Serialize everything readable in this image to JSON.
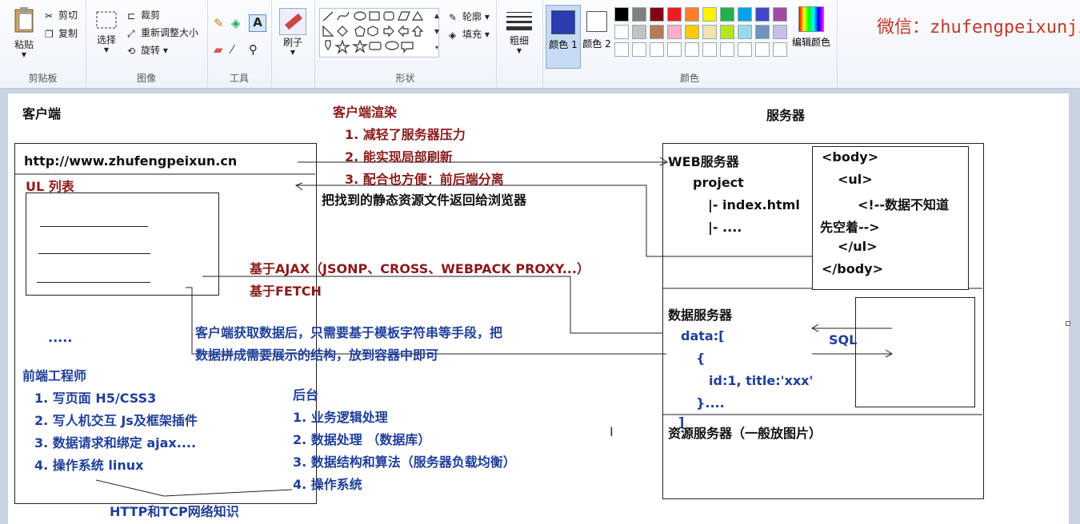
{
  "ribbon": {
    "clipboard": {
      "paste": "粘贴",
      "cut": "剪切",
      "copy": "复制",
      "group": "剪贴板"
    },
    "image": {
      "select": "选择",
      "crop": "裁剪",
      "resize": "重新调整大小",
      "rotate": "旋转",
      "group": "图像"
    },
    "tools": {
      "group": "工具"
    },
    "brush": {
      "label": "刷子"
    },
    "shapes": {
      "outline": "轮廓",
      "fill": "填充",
      "group": "形状"
    },
    "size": {
      "label": "粗细"
    },
    "colors": {
      "color1": "颜色 1",
      "color2": "颜色 2",
      "edit": "编辑颜色",
      "group": "颜色",
      "color1_value": "#2b3bb0",
      "color2_value": "#ffffff",
      "palette_row1": [
        "#000000",
        "#7f7f7f",
        "#880015",
        "#ed1c24",
        "#ff7f27",
        "#fff200",
        "#22b14c",
        "#00a2e8",
        "#3f48cc",
        "#a349a4"
      ],
      "palette_row2": [
        "#ffffff",
        "#c3c3c3",
        "#b97a57",
        "#ffaec9",
        "#ffc90e",
        "#efe4b0",
        "#b5e61d",
        "#99d9ea",
        "#7092be",
        "#c8bfe7"
      ]
    }
  },
  "watermark": "微信：zhufengpeixunjiuy",
  "canvas": {
    "client_title": "客户端",
    "render_title": "客户端渲染",
    "render_points": [
      "1. 减轻了服务器压力",
      "2. 能实现局部刷新",
      "3. 配合也方便：前后端分离"
    ],
    "server_title": "服务器",
    "url": "http://www.zhufengpeixun.cn",
    "ul_label": "UL 列表",
    "return_text": "把找到的静态资源文件返回给浏览器",
    "ajax_text": "基于AJAX（JSONP、CROSS、WEBPACK PROXY...）",
    "fetch_text": "基于FETCH",
    "client_note_1": "客户端获取数据后，只需要基于模板字符串等手段，把",
    "client_note_2": "数据拼成需要展示的结构，放到容器中即可",
    "dots": ".....",
    "fe_title": "前端工程师",
    "fe_points": [
      "1. 写页面 H5/CSS3",
      "2. 写人机交互  Js及框架插件",
      "3. 数据请求和绑定 ajax....",
      "4. 操作系统 linux"
    ],
    "be_title": "后台",
    "be_points": [
      "1. 业务逻辑处理",
      "2. 数据处理 （数据库）",
      "3. 数据结构和算法（服务器负载均衡）",
      "4. 操作系统"
    ],
    "http_text": "HTTP和TCP网络知识",
    "web_server": "WEB服务器",
    "project": "project",
    "index": "|- index.html",
    "more": "|- ....",
    "body_code": [
      "<body>",
      "<ul>",
      "<!--数据不知道",
      "先空着-->",
      "</ul>",
      "</body>"
    ],
    "data_server": "数据服务器",
    "data_code": [
      "data:[",
      "{",
      "id:1, title:'xxx'",
      "}...."
    ],
    "bracket": "]",
    "sql": "SQL",
    "res_server": "资源服务器（一般放图片）"
  }
}
